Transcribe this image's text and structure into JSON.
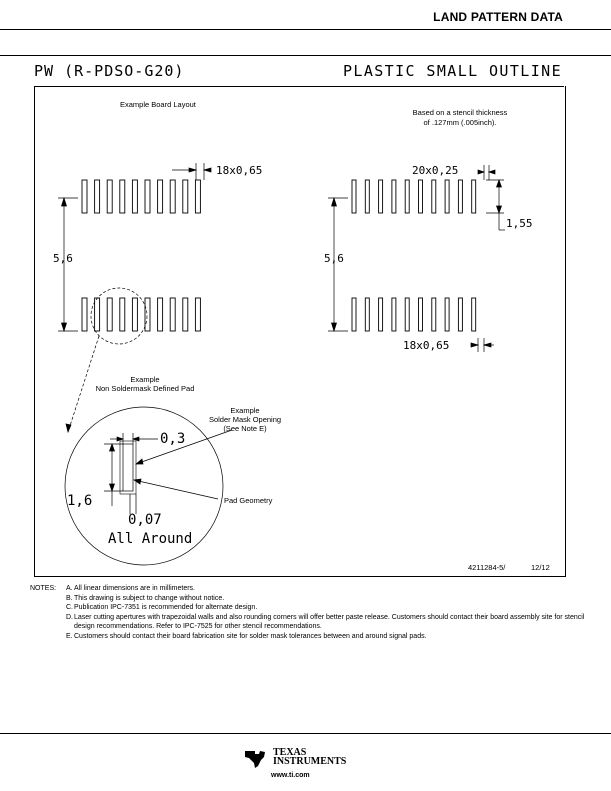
{
  "header": {
    "title": "LAND PATTERN DATA"
  },
  "package": {
    "name": "PW (R-PDSO-G20)",
    "type": "PLASTIC SMALL OUTLINE"
  },
  "left_view": {
    "title": "Example Board Layout",
    "pitch_top": "18x0,65",
    "span": "5,6"
  },
  "right_view": {
    "stencil_note_1": "Based on a stencil thickness",
    "stencil_note_2": "of .127mm (.005inch).",
    "width_label": "20x0,25",
    "length_label": "1,55",
    "span": "5,6",
    "pitch_bottom": "18x0,65"
  },
  "detail": {
    "pad_title_1": "Example",
    "pad_title_2": "Non Soldermask Defined Pad",
    "mask_1": "Example",
    "mask_2": "Solder Mask Opening",
    "mask_3": "(See Note E)",
    "width": "0,3",
    "height": "1,6",
    "clearance": "0,07",
    "around": "All Around",
    "pad_geometry": "Pad Geometry"
  },
  "drawing_id": "4211284-5/",
  "revision": "12/12",
  "notes": {
    "label": "NOTES:",
    "items": [
      {
        "letter": "A.",
        "text": "All linear dimensions are in millimeters."
      },
      {
        "letter": "B.",
        "text": "This drawing is subject to change without notice."
      },
      {
        "letter": "C.",
        "text": "Publication IPC-7351 is recommended for alternate design."
      },
      {
        "letter": "D.",
        "text": "Laser cutting apertures with trapezoidal walls and also rounding corners will offer better paste release. Customers should contact their board assembly site for stencil design recommendations. Refer to IPC-7525 for other stencil recommendations."
      },
      {
        "letter": "E.",
        "text": "Customers should contact their board fabrication site for solder mask tolerances between and around signal pads."
      }
    ]
  },
  "footer": {
    "brand_1": "TEXAS",
    "brand_2": "INSTRUMENTS",
    "url": "www.ti.com"
  }
}
